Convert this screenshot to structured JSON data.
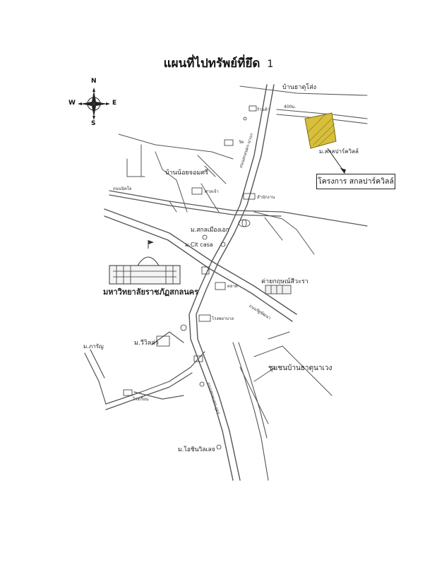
{
  "title": "แผนที่ไปทรัพย์ที่ยึด",
  "title_number": "1",
  "compass": {
    "n": "N",
    "s": "S",
    "e": "E",
    "w": "W"
  },
  "callout": {
    "label": "โครงการ สกลปาร์ควิลล์"
  },
  "labels": {
    "ban_thang_so": "บ้านธาตุโส่ง",
    "dist_400": "400ม.",
    "project_site": "ม.สกลปาร์ควิลล์",
    "ban_noi_jom_si": "บ้านน้อยจอมศรี",
    "m_sakon_muang_ek": "ม.สกลเมืองเอก",
    "m_cit_casa": "ม.Cit casa",
    "university": "มหาวิทยาลัยราชภัฏสกลนคร",
    "camp": "ค่ายกฤษณ์สีวะรา",
    "m_villa": "ม.วีวิลล่า",
    "m_charoen": "ม.ภารัญ",
    "community": "ชุมชนบ้านธาตุนาเวง",
    "m_orchid_village": "ม.โอชินวิลเลจ"
  },
  "tiny_labels": {
    "store": "ร้านค้า",
    "temple": "วัด",
    "shrine": "ศาลเจ้า",
    "office": "สำนักงาน",
    "market": "ตลาด",
    "hospital": "โรงพยาบาล",
    "school": "โรงเรียน",
    "rd_left": "ถนนนิตโย",
    "rd_main": "ถนนสกลนคร-นาแก",
    "rd_east": "ถนนรัฐพัฒนา",
    "rd_south": "ถนนสกลนคร-อุดร"
  }
}
